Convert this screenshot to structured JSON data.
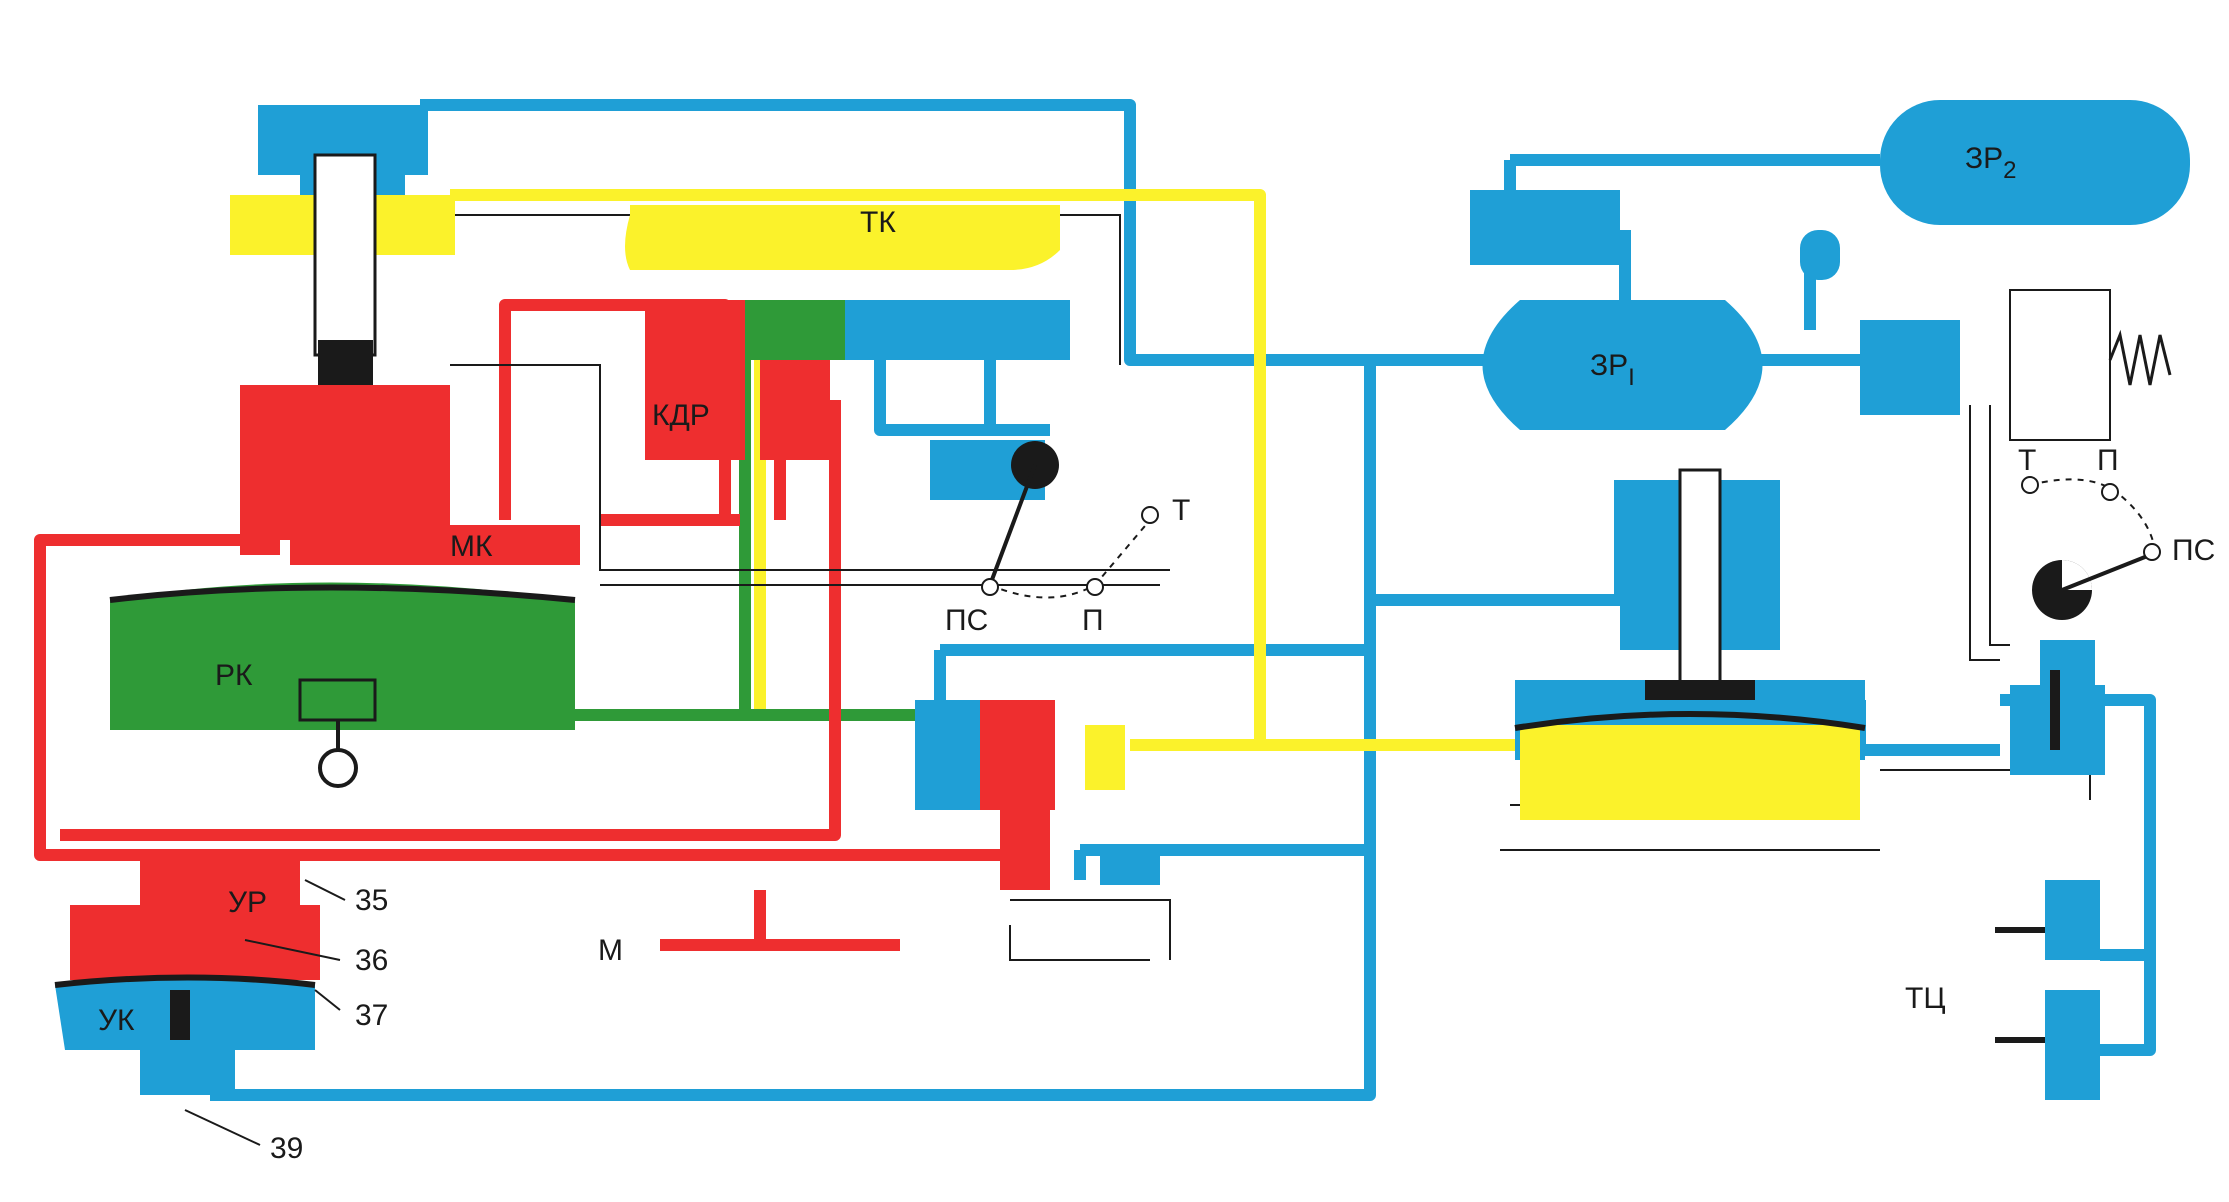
{
  "labels": {
    "tk": "ТК",
    "kdr": "КДР",
    "mk": "МК",
    "rk": "РК",
    "ur": "УР",
    "uk": "УК",
    "m": "М",
    "zr1": "ЗР",
    "zr1_sub": "I",
    "zr2": "ЗР",
    "zr2_sub": "2",
    "tc": "ТЦ",
    "t_left": "Т",
    "ps_left": "ПС",
    "p_left": "П",
    "t_right": "Т",
    "p_right": "П",
    "ps_right": "ПС",
    "n35": "35",
    "n36": "36",
    "n37": "37",
    "n39": "39"
  },
  "colors": {
    "red": "#ee2e2f",
    "blue": "#1f9fd6",
    "yellow": "#fbf22b",
    "green": "#2f9a38",
    "line": "#1a1a1a"
  }
}
